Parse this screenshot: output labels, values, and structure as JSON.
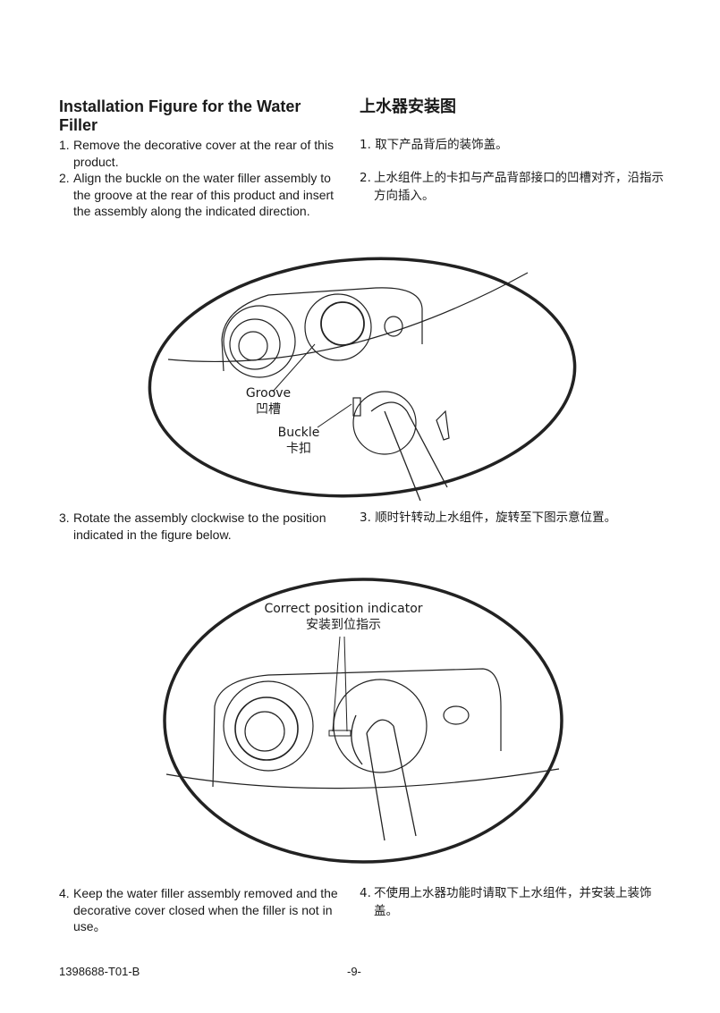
{
  "title_en": "Installation Figure for the Water Filler",
  "title_zh": "上水器安装图",
  "steps_en": [
    {
      "num": "1.",
      "text": "Remove the decorative cover at the rear of this product."
    },
    {
      "num": "2.",
      "text": "Align the buckle on the water filler assembly to the groove at the rear of this product and insert the assembly along the indicated direction."
    },
    {
      "num": "3.",
      "text": "Rotate the assembly clockwise to the position indicated in the figure below."
    },
    {
      "num": "4.",
      "text": "Keep the water filler assembly removed and the decorative cover closed when the filler is not in use。"
    }
  ],
  "steps_zh": [
    {
      "num": "1.",
      "text": "取下产品背后的装饰盖。"
    },
    {
      "num": "2.",
      "text": "上水组件上的卡扣与产品背部接口的凹槽对齐，沿指示方向插入。"
    },
    {
      "num": "3.",
      "text": "顺时针转动上水组件，旋转至下图示意位置。"
    },
    {
      "num": "4.",
      "text": "不使用上水器功能时请取下上水组件，并安装上装饰盖。"
    }
  ],
  "figure1": {
    "groove_en": "Groove",
    "groove_zh": "凹槽",
    "buckle_en": "Buckle",
    "buckle_zh": "卡扣"
  },
  "figure2": {
    "indicator_en": "Correct position indicator",
    "indicator_zh": "安装到位指示"
  },
  "footer": {
    "doc_number": "1398688-T01-B",
    "page": "-9-"
  }
}
